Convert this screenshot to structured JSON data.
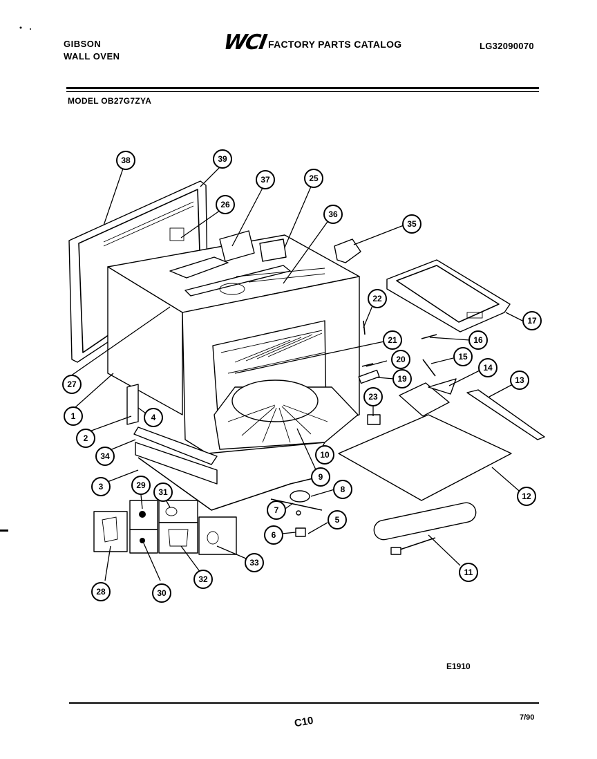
{
  "header": {
    "brand_line1": "GIBSON",
    "brand_line2": "WALL OVEN",
    "logo": "WCI",
    "catalog_title": "FACTORY PARTS CATALOG",
    "catalog_number": "LG32090070",
    "model": "MODEL OB27G7ZYA"
  },
  "footer": {
    "diagram_code": "E1910",
    "page": "C10",
    "date": "7/90"
  },
  "callouts": [
    "1",
    "2",
    "3",
    "4",
    "5",
    "6",
    "7",
    "8",
    "9",
    "10",
    "11",
    "12",
    "13",
    "14",
    "15",
    "16",
    "17",
    "19",
    "20",
    "21",
    "22",
    "23",
    "25",
    "26",
    "27",
    "28",
    "29",
    "30",
    "31",
    "32",
    "33",
    "34",
    "35",
    "36",
    "37",
    "38",
    "39"
  ]
}
